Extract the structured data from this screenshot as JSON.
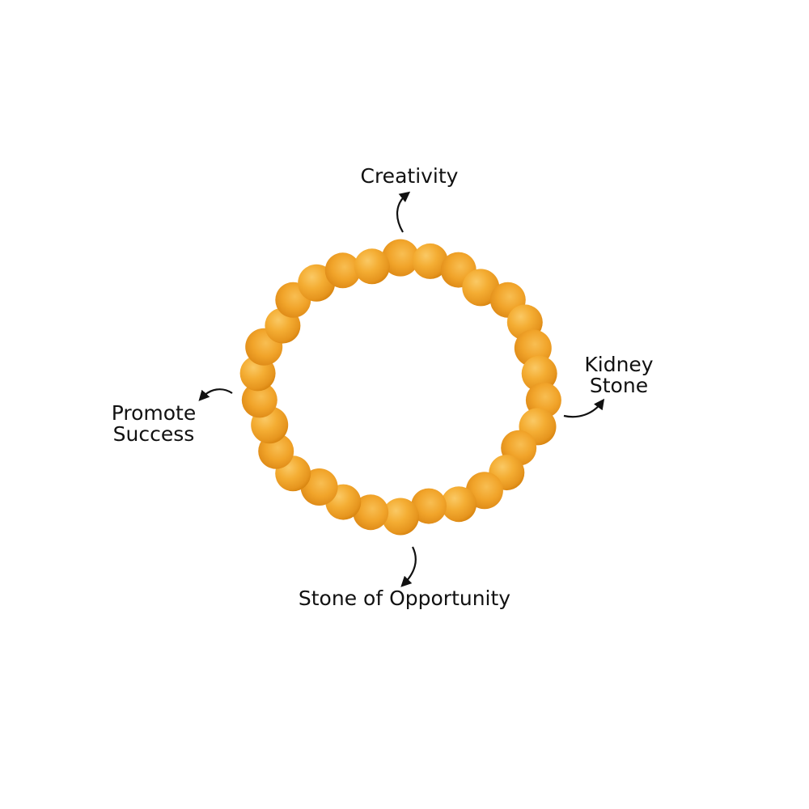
{
  "image": {
    "subject": "orange bead bracelet",
    "bead_color": "#F2A62A",
    "bead_highlight_color": "#F9C25B",
    "bead_shadow_color": "#D98512",
    "bead_count": 30,
    "text_color": "#111111",
    "background_color": "#FFFFFF"
  },
  "labels": {
    "top": "Creativity",
    "right_line1": "Kidney",
    "right_line2": "Stone",
    "left_line1": "Promote",
    "left_line2": "Success",
    "bottom": "Stone of Opportunity"
  }
}
